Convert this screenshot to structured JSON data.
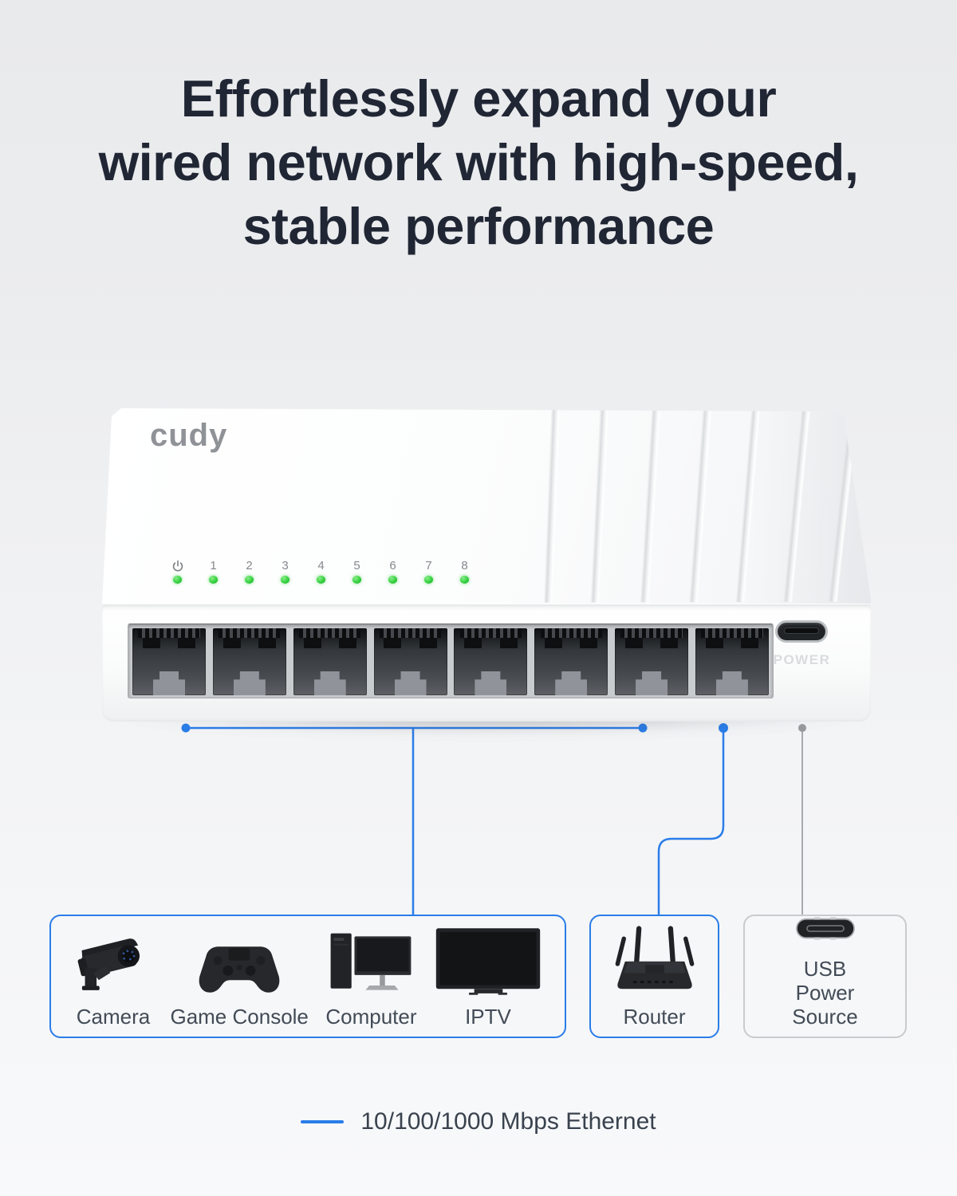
{
  "colors": {
    "accent_blue": "#2a7de9",
    "wire_gray": "#a8aaad",
    "wire_gray_dot": "#97999c",
    "headline": "#202634",
    "label": "#424b56",
    "legend_text": "#39424e",
    "led_green": "#35d13f",
    "box_gray_border": "#c9cbcd",
    "brand_gray": "#8f9296"
  },
  "headline": {
    "lines": [
      "Effortlessly expand your",
      "wired network with high-speed,",
      "stable performance"
    ]
  },
  "device": {
    "brand": "cudy",
    "led_labels": [
      "1",
      "2",
      "3",
      "4",
      "5",
      "6",
      "7",
      "8"
    ],
    "port_count": 8,
    "power_port_label": "POWER"
  },
  "boxes": [
    {
      "name": "ethernet-devices",
      "items": [
        {
          "icon": "camera-icon",
          "label": "Camera"
        },
        {
          "icon": "game-console-icon",
          "label": "Game Console"
        },
        {
          "icon": "computer-icon",
          "label": "Computer"
        },
        {
          "icon": "iptv-icon",
          "label": "IPTV"
        }
      ]
    },
    {
      "name": "router",
      "items": [
        {
          "icon": "router-icon",
          "label": "Router"
        }
      ]
    },
    {
      "name": "usb-power",
      "items": [
        {
          "icon": "usb-c-icon",
          "label": "USB\nPower Source"
        }
      ]
    }
  ],
  "legend": {
    "ethernet_label": "10/100/1000 Mbps Ethernet"
  }
}
